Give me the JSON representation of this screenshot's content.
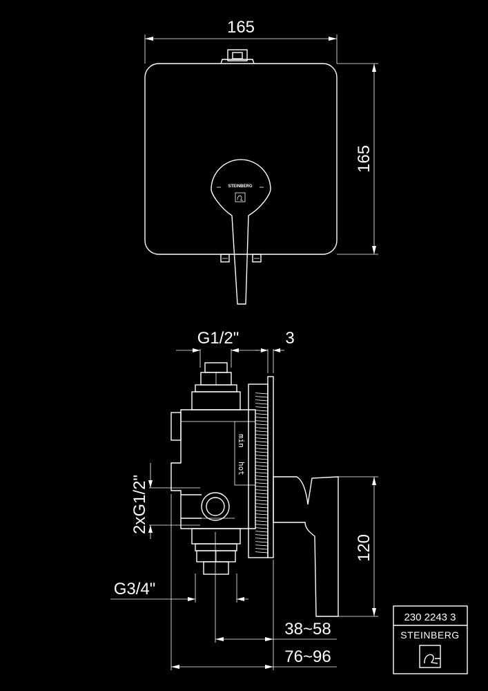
{
  "front_view": {
    "width_label": "165",
    "height_label": "165",
    "badge_brand": "STEINBERG"
  },
  "side_view": {
    "top_thread_label": "G1/2\"",
    "plate_thickness_label": "3",
    "inlet_label": "2xG1/2\"",
    "outlet_label": "G3/4\"",
    "depth_range_1": "38~58",
    "depth_range_2": "76~96",
    "lever_height_label": "120",
    "marking_min": "min",
    "marking_hot": "hot"
  },
  "title_block": {
    "article_number": "230 2243 3",
    "brand": "STEINBERG"
  },
  "colors": {
    "background": "#000000",
    "line": "#ffffff"
  }
}
